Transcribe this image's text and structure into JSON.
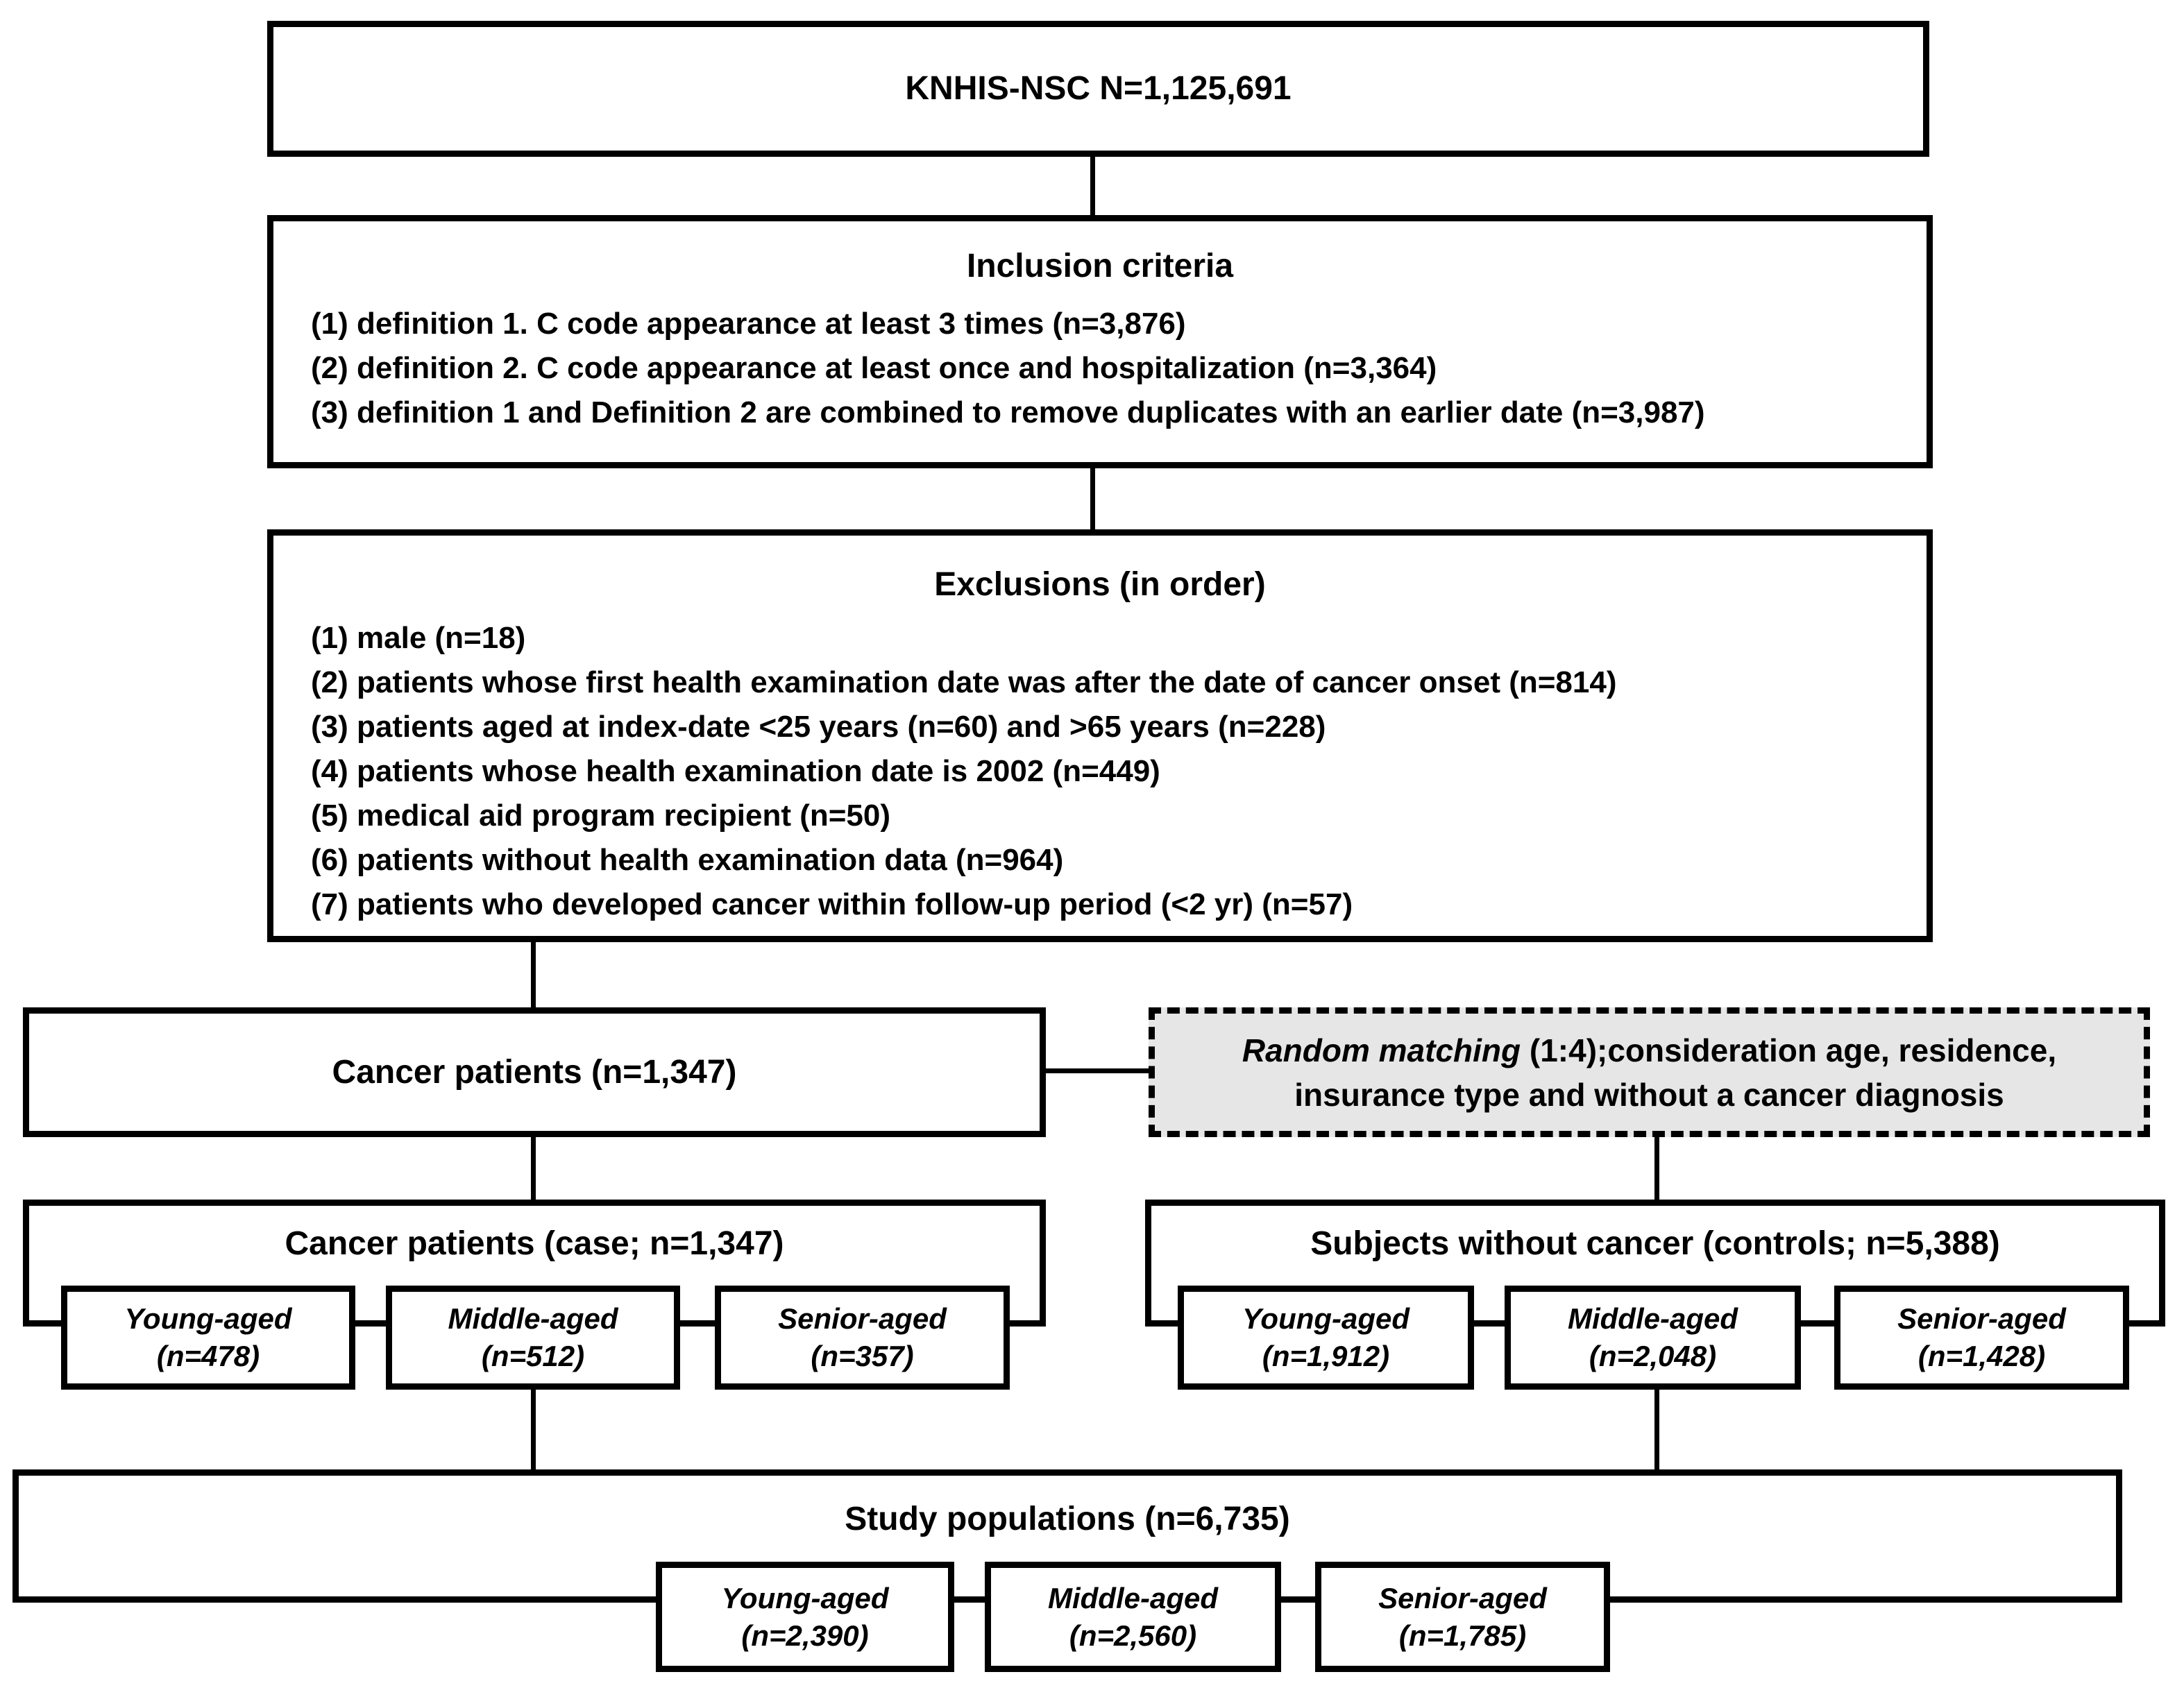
{
  "diagram": {
    "source": {
      "title": "KNHIS-NSC N=1,125,691"
    },
    "inclusion": {
      "title": "Inclusion criteria",
      "items": [
        "(1) definition 1. C code appearance at least 3 times (n=3,876)",
        "(2) definition 2. C code appearance at least once and hospitalization (n=3,364)",
        "(3) definition 1 and Definition 2 are combined to remove duplicates with an earlier date (n=3,987)"
      ]
    },
    "exclusions": {
      "title": "Exclusions (in order)",
      "items": [
        "(1) male (n=18)",
        "(2) patients whose first health examination date was after the date of cancer onset (n=814)",
        "(3) patients aged at index-date <25 years (n=60) and >65 years (n=228)",
        "(4) patients whose health examination date is 2002 (n=449)",
        "(5) medical aid program recipient (n=50)",
        "(6) patients without health examination data (n=964)",
        "(7) patients who developed cancer within follow-up period (<2 yr) (n=57)"
      ]
    },
    "cancer_patients": {
      "title": "Cancer patients (n=1,347)"
    },
    "random_matching": {
      "italic": "Random matching",
      "line1_rest": " (1:4);consideration age, residence,",
      "line2": "insurance type and without a cancer diagnosis"
    },
    "case": {
      "title": "Cancer patients (case; n=1,347)",
      "groups": [
        {
          "label": "Young-aged",
          "n": "(n=478)"
        },
        {
          "label": "Middle-aged",
          "n": "(n=512)"
        },
        {
          "label": "Senior-aged",
          "n": "(n=357)"
        }
      ]
    },
    "controls": {
      "title": "Subjects without cancer (controls; n=5,388)",
      "groups": [
        {
          "label": "Young-aged",
          "n": "(n=1,912)"
        },
        {
          "label": "Middle-aged",
          "n": "(n=2,048)"
        },
        {
          "label": "Senior-aged",
          "n": "(n=1,428)"
        }
      ]
    },
    "study": {
      "title": "Study populations (n=6,735)",
      "groups": [
        {
          "label": "Young-aged",
          "n": "(n=2,390)"
        },
        {
          "label": "Middle-aged",
          "n": "(n=2,560)"
        },
        {
          "label": "Senior-aged",
          "n": "(n=1,785)"
        }
      ]
    },
    "colors": {
      "line": "#000000",
      "matching_box_bg": "#e6e6e6",
      "background": "#ffffff"
    }
  }
}
